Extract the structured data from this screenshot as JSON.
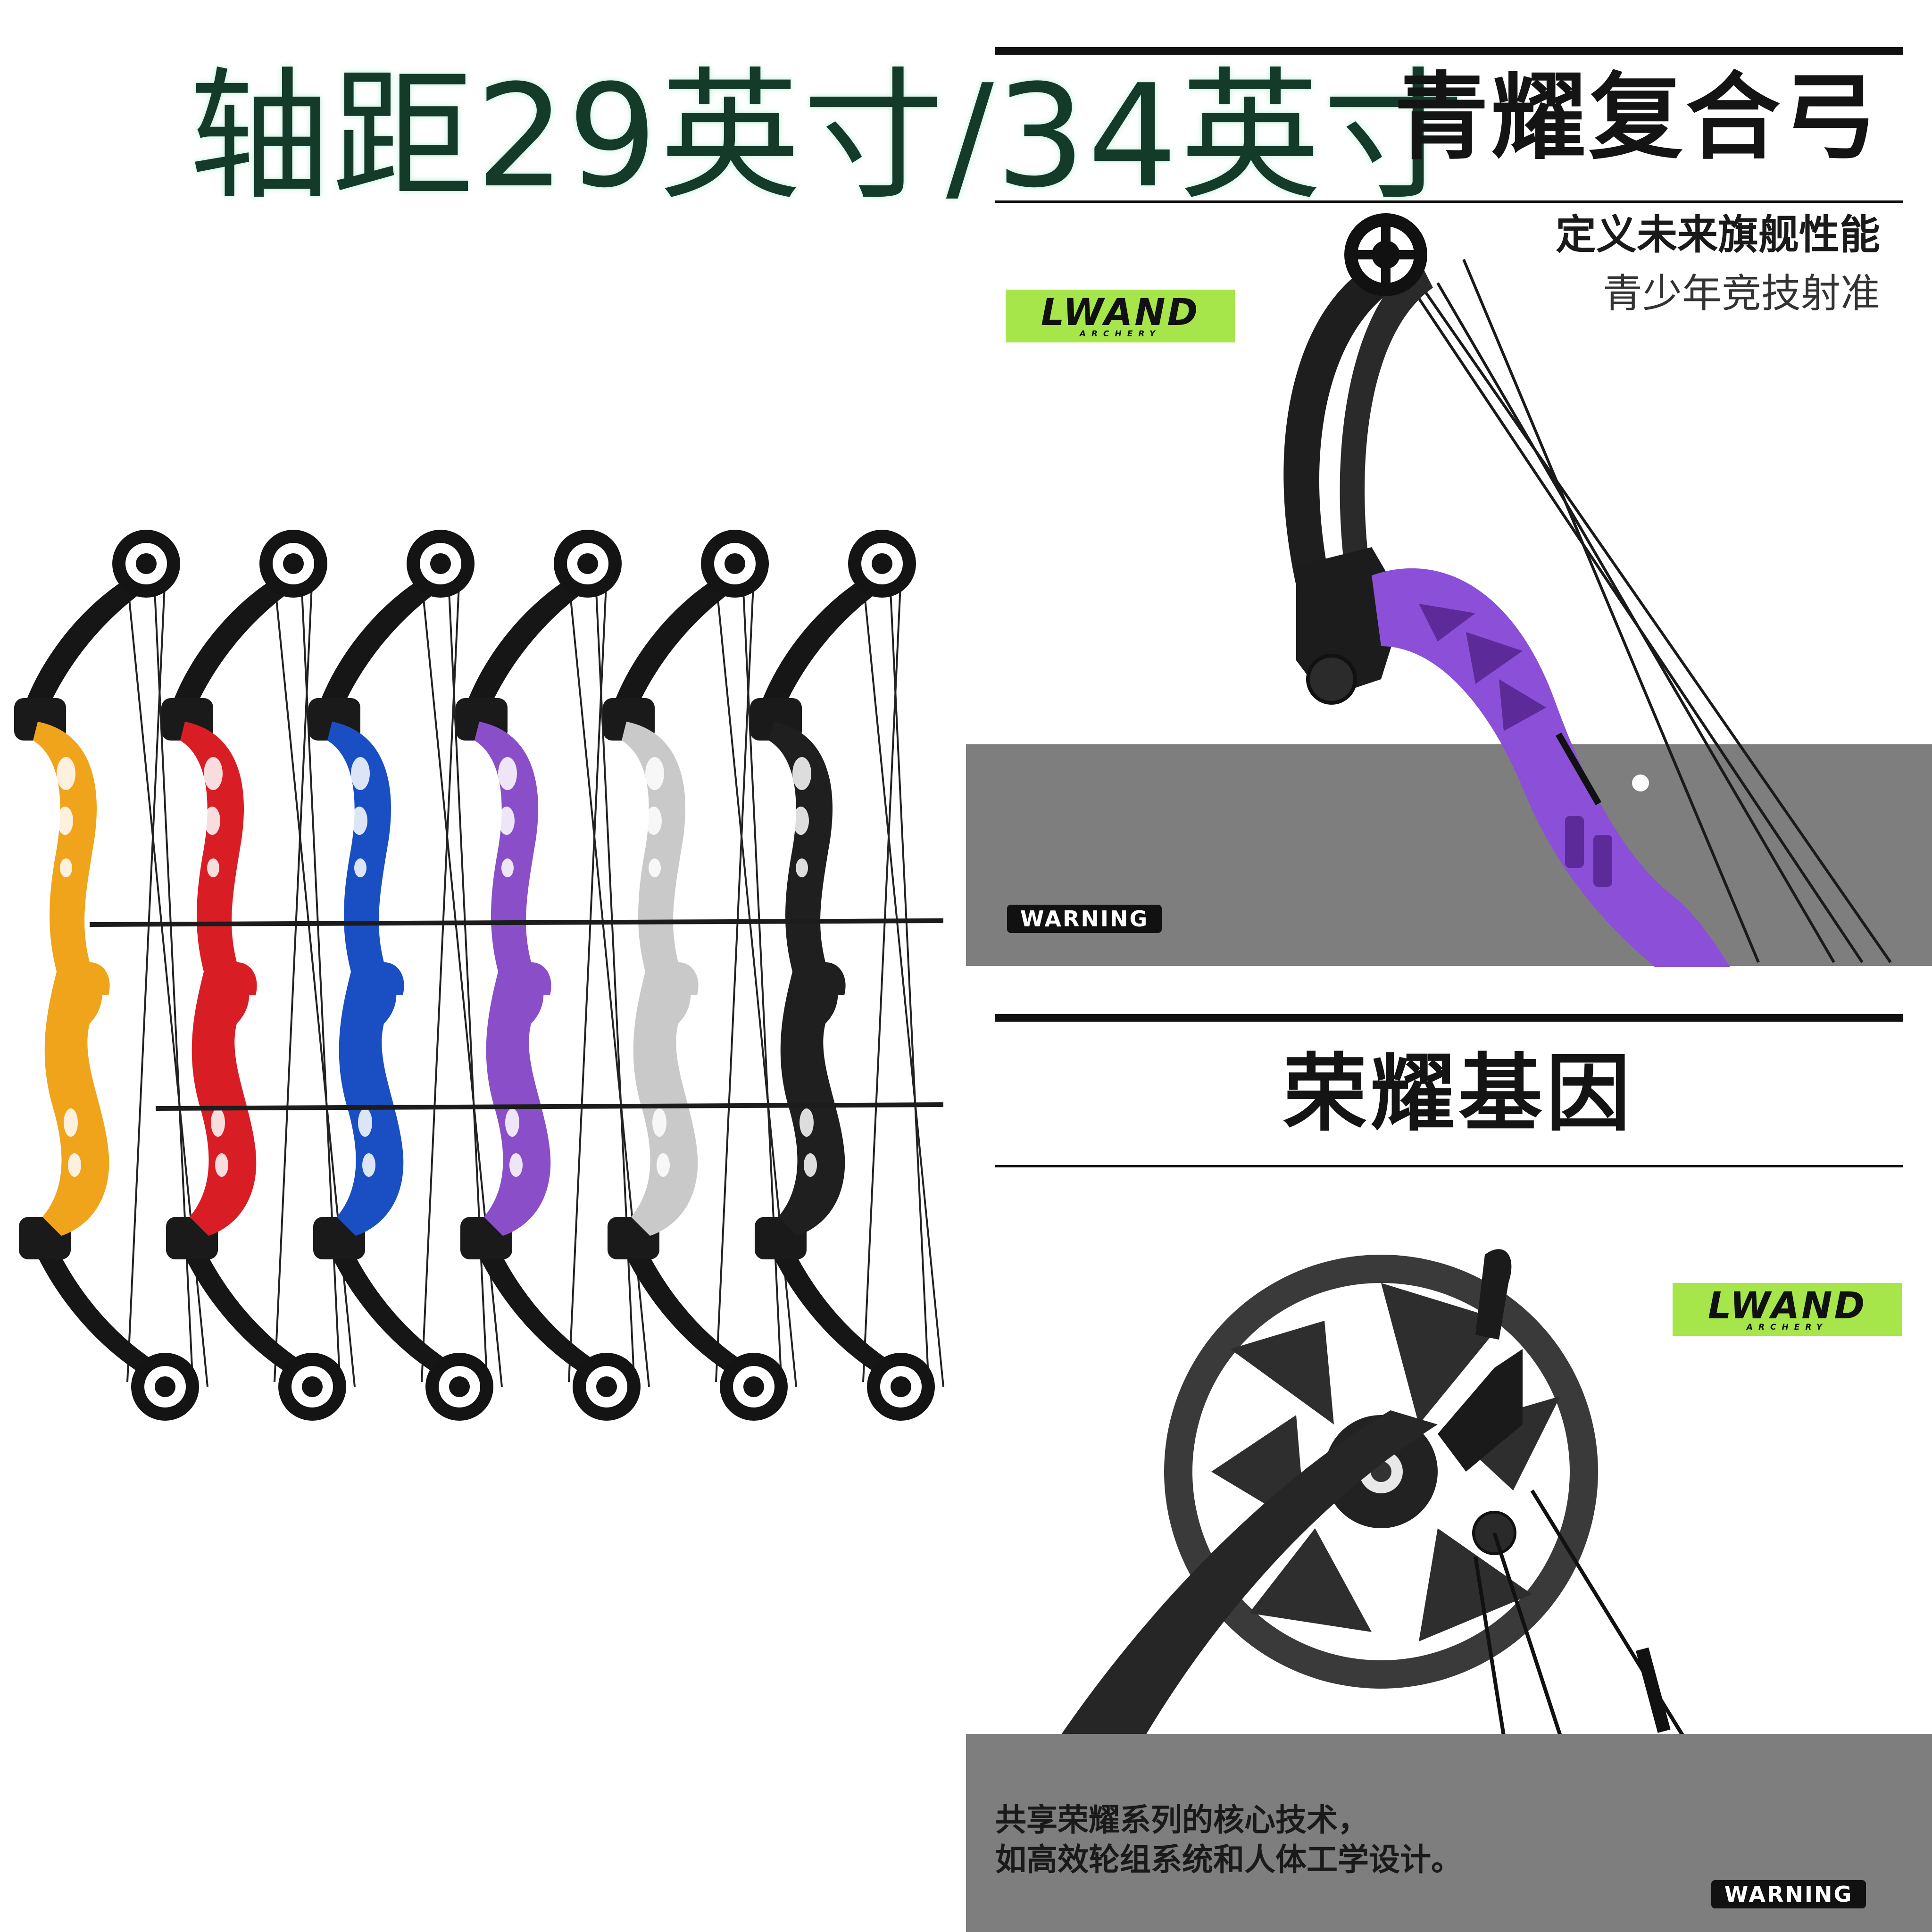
{
  "left_panel": {
    "headline": "轴距29英寸/34英寸",
    "bows": [
      {
        "color_name": "gold",
        "color": "#f0a41c"
      },
      {
        "color_name": "red",
        "color": "#d81e24"
      },
      {
        "color_name": "blue",
        "color": "#1a4fc4"
      },
      {
        "color_name": "purple",
        "color": "#8a4fc8"
      },
      {
        "color_name": "silver",
        "color": "#c9c9c9"
      },
      {
        "color_name": "black",
        "color": "#1f1f1f"
      }
    ]
  },
  "panel_top": {
    "title": "青耀复合弓",
    "tagline_bold": "定义未来旗舰性能",
    "tagline_light": "青少年竞技射准",
    "logo_main": "LWAND",
    "logo_sub": "ARCHERY",
    "warning": "WARNING",
    "bow_color": "#8b4fd8"
  },
  "panel_bottom": {
    "title": "荣耀基因",
    "logo_main": "LWAND",
    "logo_sub": "ARCHERY",
    "description_line1": "共享荣耀系列的核心技术，",
    "description_line2": "如高效轮组系统和人体工学设计。",
    "warning": "WARNING"
  },
  "colors": {
    "logo_green": "#a6e64a",
    "panel_grey": "#7e7e7e",
    "headline_text": "#143a2a"
  }
}
